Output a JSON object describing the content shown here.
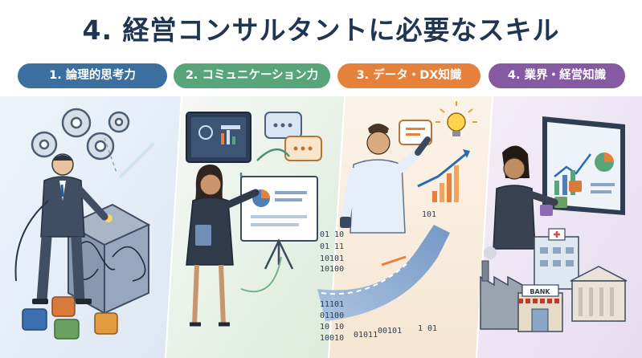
{
  "title": "4. 経営コンサルタントに必要なスキル",
  "skills": [
    {
      "label": "1. 論理的思考力",
      "color": "#3b6fa0"
    },
    {
      "label": "2. コミュニケーション力",
      "color": "#58a57a"
    },
    {
      "label": "3. データ・DX知識",
      "color": "#e5813a"
    },
    {
      "label": "4. 業界・経営知識",
      "color": "#855aa3"
    }
  ],
  "panel3": {
    "binary_lines": [
      "01 10",
      "01 11",
      "10101",
      "10100",
      "11101",
      "01100",
      "10 10",
      "10010",
      "01011",
      "00101",
      "1 01",
      "101"
    ]
  },
  "panel4": {
    "bank_sign": "BANK"
  }
}
